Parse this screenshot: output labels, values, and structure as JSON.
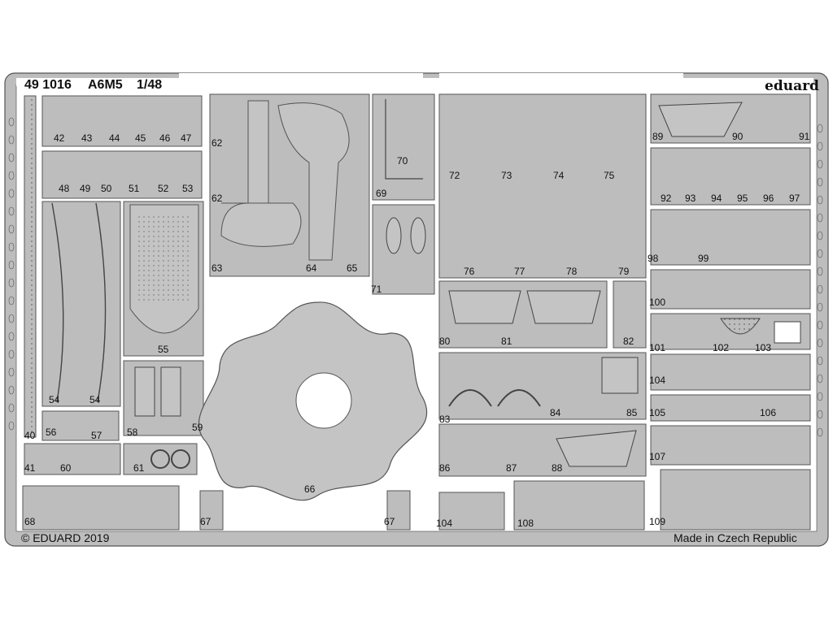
{
  "sheet": {
    "code": "49 1016",
    "model": "A6M5",
    "scale": "1/48",
    "brand": "eduard",
    "copyright": "© EDUARD 2019",
    "origin": "Made in Czech Republic"
  },
  "colors": {
    "metal": "#b9b9b9",
    "panel": "#c4c4c4",
    "line": "#5a5a5a",
    "background": "#ffffff"
  },
  "part_numbers": [
    "40",
    "41",
    "42",
    "43",
    "44",
    "45",
    "46",
    "47",
    "48",
    "49",
    "50",
    "51",
    "52",
    "53",
    "54",
    "54",
    "55",
    "56",
    "57",
    "58",
    "59",
    "60",
    "61",
    "62",
    "62",
    "63",
    "64",
    "65",
    "66",
    "67",
    "67",
    "68",
    "69",
    "70",
    "71",
    "72",
    "73",
    "74",
    "75",
    "76",
    "77",
    "78",
    "79",
    "80",
    "81",
    "82",
    "83",
    "84",
    "85",
    "86",
    "87",
    "88",
    "89",
    "90",
    "91",
    "92",
    "93",
    "94",
    "95",
    "96",
    "97",
    "98",
    "99",
    "100",
    "101",
    "102",
    "103",
    "104",
    "104",
    "105",
    "106",
    "107",
    "108",
    "109"
  ]
}
